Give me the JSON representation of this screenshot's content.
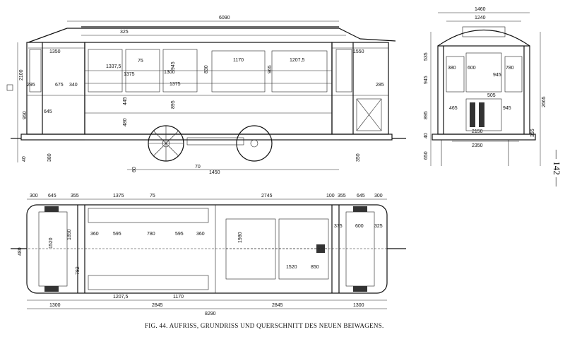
{
  "caption": "FIG. 44.  AUFRISS, GRUNDRISS UND QUERSCHNITT DES NEUEN BEIWAGENS.",
  "page_number": "— 142 —",
  "elevation": {
    "overall_top": "6090",
    "roof_rail": "325",
    "segments": [
      "1350",
      "1375",
      "1170",
      "1207,5",
      "1550"
    ],
    "heights": [
      "2100",
      "950",
      "645",
      "675",
      "340",
      "295",
      "285"
    ],
    "inner": [
      "1337,5",
      "1300",
      "1375",
      "75",
      "945",
      "830",
      "965",
      "895",
      "445",
      "480"
    ],
    "bottom": [
      "1450",
      "70",
      "350",
      "380",
      "40",
      "60"
    ]
  },
  "cross_section": {
    "width_top": "1460",
    "width_inner": "1240",
    "labels": [
      "380",
      "600",
      "780",
      "945",
      "505",
      "465",
      "945",
      "2150",
      "2350"
    ],
    "heights": [
      "535",
      "945",
      "895",
      "40",
      "650",
      "2665",
      "355"
    ]
  },
  "plan": {
    "top_dims": [
      "300",
      "645",
      "355",
      "1375",
      "75",
      "2745",
      "100",
      "355",
      "645",
      "300"
    ],
    "inner": [
      "360",
      "595",
      "780",
      "595",
      "360",
      "1980",
      "1520",
      "850",
      "375",
      "600",
      "325"
    ],
    "left": [
      "1520",
      "1850",
      "480",
      "782"
    ],
    "bottom_dims": [
      "1300",
      "1207,5",
      "1170",
      "2845",
      "2845",
      "1300"
    ],
    "overall": "8290"
  }
}
